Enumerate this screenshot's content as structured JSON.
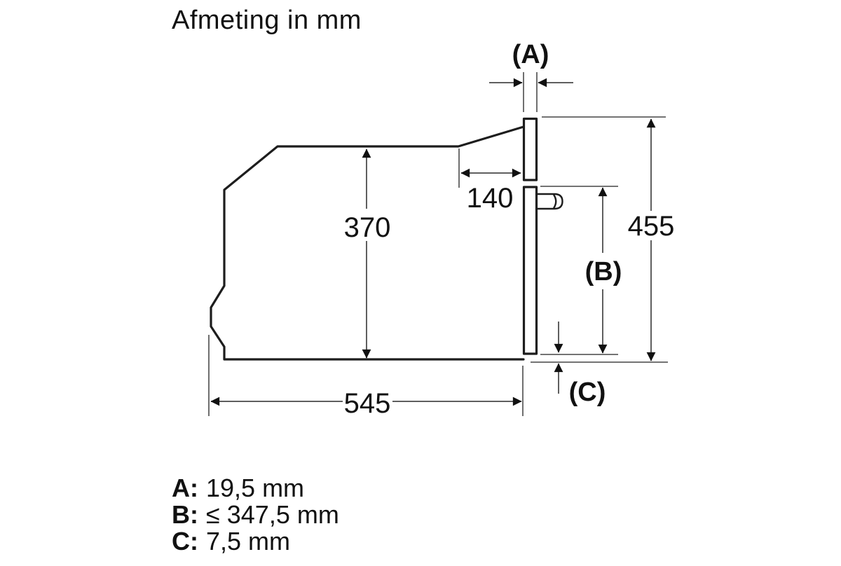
{
  "title": "Afmeting in mm",
  "dimensions": {
    "a_label": "(A)",
    "b_label": "(B)",
    "c_label": "(C)",
    "niche_depth_top": "140",
    "body_height": "370",
    "total_height": "455",
    "body_depth": "545"
  },
  "legend": [
    {
      "key": "A:",
      "value": "19,5 mm"
    },
    {
      "key": "B:",
      "value": "≤ 347,5 mm"
    },
    {
      "key": "C:",
      "value": "7,5 mm"
    }
  ],
  "colors": {
    "outline": "#1d1d1d",
    "dimline": "#5f5f5f",
    "arrow": "#111111",
    "text": "#111111",
    "background": "#ffffff"
  }
}
